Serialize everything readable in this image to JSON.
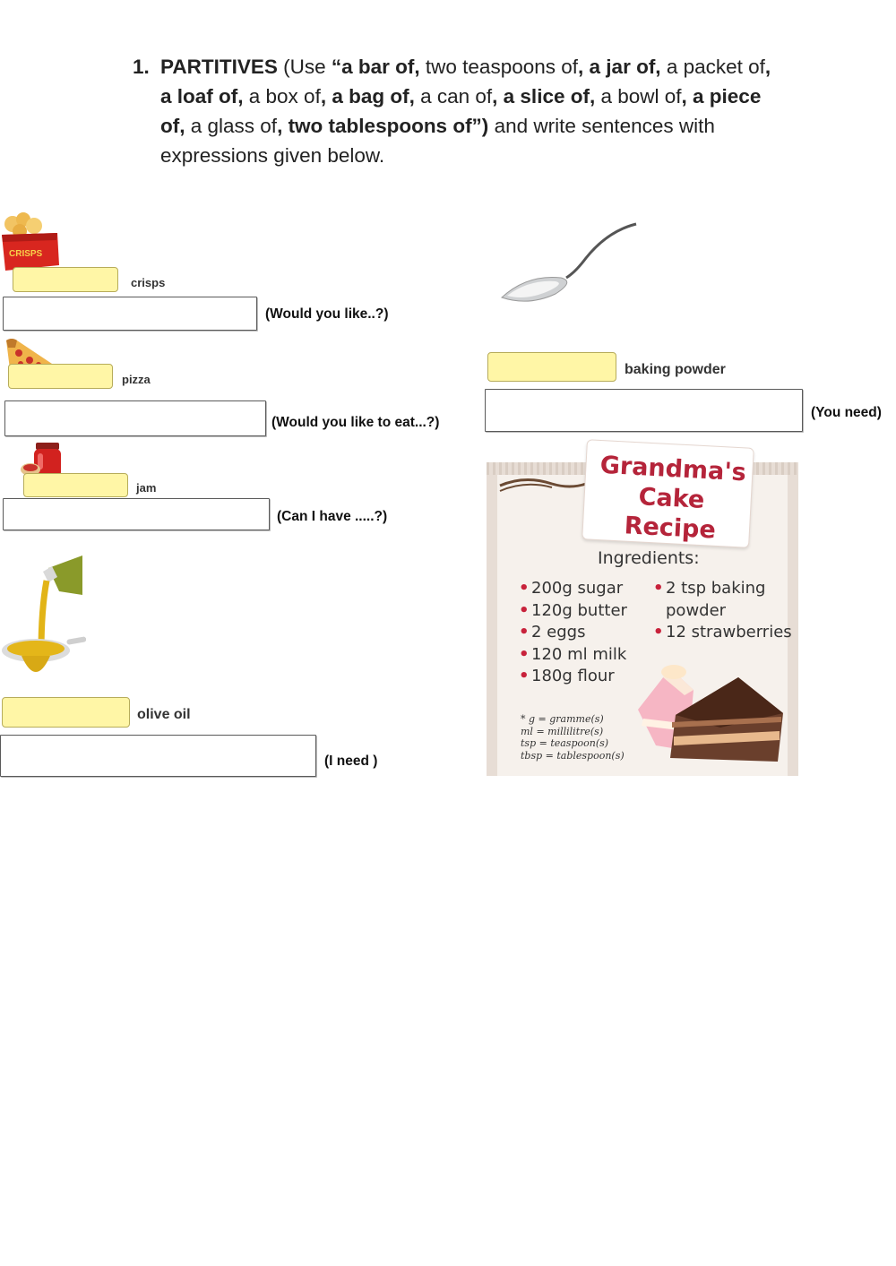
{
  "instruction": {
    "number": "1.",
    "parts": [
      {
        "text": "PARTITIVES",
        "bold": true
      },
      {
        "text": " (Use ",
        "bold": false
      },
      {
        "text": "“a bar of,",
        "bold": true
      },
      {
        "text": " two teaspoons of",
        "bold": false
      },
      {
        "text": ", a jar of,",
        "bold": true
      },
      {
        "text": " a packet of",
        "bold": false
      },
      {
        "text": ", a loaf of,",
        "bold": true
      },
      {
        "text": " a box of",
        "bold": false
      },
      {
        "text": ", a bag of,",
        "bold": true
      },
      {
        "text": " a can of",
        "bold": false
      },
      {
        "text": ", a slice of,",
        "bold": true
      },
      {
        "text": " a bowl of",
        "bold": false
      },
      {
        "text": ", a piece of,",
        "bold": true
      },
      {
        "text": " a glass of",
        "bold": false
      },
      {
        "text": ", two tablespoons of”)",
        "bold": true
      },
      {
        "text": " and write sentences with expressions given below.",
        "bold": false
      }
    ]
  },
  "exercises": {
    "crisps": {
      "label": "crisps",
      "prompt": "(Would you like..?)"
    },
    "pizza": {
      "label": "pizza",
      "prompt": "(Would you like to eat...?)"
    },
    "jam": {
      "label": "jam",
      "prompt": "(Can I have .....?)"
    },
    "olive_oil": {
      "label": "olive oil",
      "prompt": "(I need )"
    },
    "baking_powder": {
      "label": "baking powder",
      "prompt": "(You need)"
    }
  },
  "crisps_packet_text": "CRISPS",
  "recipe": {
    "title_line1": "Grandma's",
    "title_line2": "Cake Recipe",
    "ingredients_heading": "Ingredients:",
    "left_items": [
      "200g sugar",
      "120g butter",
      "2 eggs",
      "120 ml milk",
      "180g flour"
    ],
    "right_item1_line1": "2 tsp baking",
    "right_item1_line2": "powder",
    "right_item2": "12 strawberries",
    "abbreviations": [
      "* g = gramme(s)",
      "ml = millilitre(s)",
      "tsp = teaspoon(s)",
      "tbsp = tablespoon(s)"
    ]
  },
  "colors": {
    "gap_fill": "#fff6a6",
    "recipe_red": "#b5243a"
  }
}
